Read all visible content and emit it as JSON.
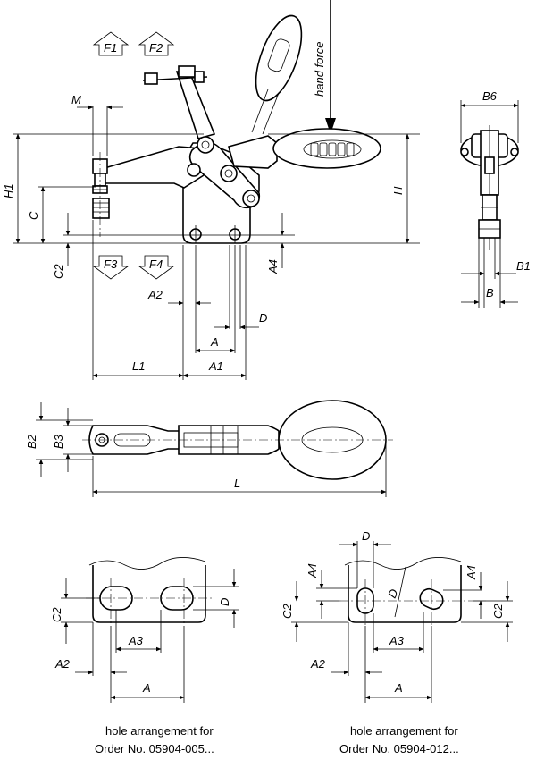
{
  "labels": {
    "F1": "F1",
    "F2": "F2",
    "F3": "F3",
    "F4": "F4",
    "hand_force": "hand force",
    "M": "M",
    "H1": "H1",
    "C": "C",
    "C2": "C2",
    "H": "H",
    "A4": "A4",
    "A2": "A2",
    "D": "D",
    "A": "A",
    "L1": "L1",
    "A1": "A1",
    "B6": "B6",
    "B1": "B1",
    "B": "B",
    "B2": "B2",
    "B3": "B3",
    "L": "L",
    "A3": "A3"
  },
  "captions": {
    "left_line1": "hole arrangement for",
    "left_line2": "Order No. 05904-005...",
    "right_line1": "hole arrangement for",
    "right_line2": "Order No. 05904-012..."
  }
}
